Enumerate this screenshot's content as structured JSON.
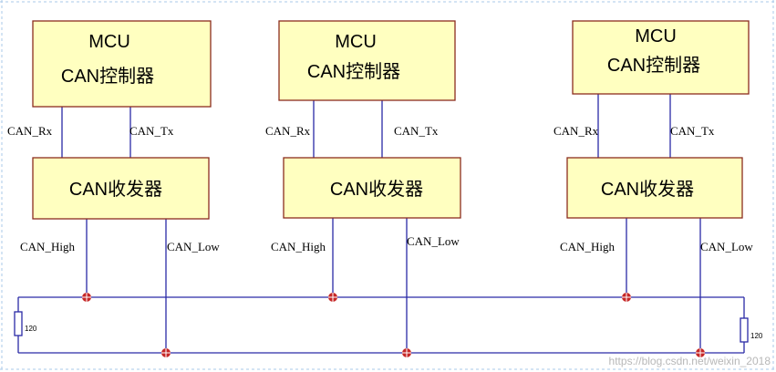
{
  "colors": {
    "box_fill": "#FFFFC0",
    "box_stroke": "#8B2C1E",
    "wire": "#2A2AA6",
    "junction": "#C62828",
    "grid_dash": "#A8C8E8"
  },
  "nodes": [
    {
      "mcu_title": "MCU",
      "mcu_subtitle": "CAN控制器",
      "rx_label": "CAN_Rx",
      "tx_label": "CAN_Tx",
      "transceiver_label": "CAN收发器",
      "high_label": "CAN_High",
      "low_label": "CAN_Low"
    },
    {
      "mcu_title": "MCU",
      "mcu_subtitle": "CAN控制器",
      "rx_label": "CAN_Rx",
      "tx_label": "CAN_Tx",
      "transceiver_label": "CAN收发器",
      "high_label": "CAN_High",
      "low_label": "CAN_Low"
    },
    {
      "mcu_title": "MCU",
      "mcu_subtitle": "CAN控制器",
      "rx_label": "CAN_Rx",
      "tx_label": "CAN_Tx",
      "transceiver_label": "CAN收发器",
      "high_label": "CAN_High",
      "low_label": "CAN_Low"
    }
  ],
  "terminators": [
    {
      "label": "120"
    },
    {
      "label": "120"
    }
  ],
  "watermark": "https://blog.csdn.net/weixin_2018"
}
